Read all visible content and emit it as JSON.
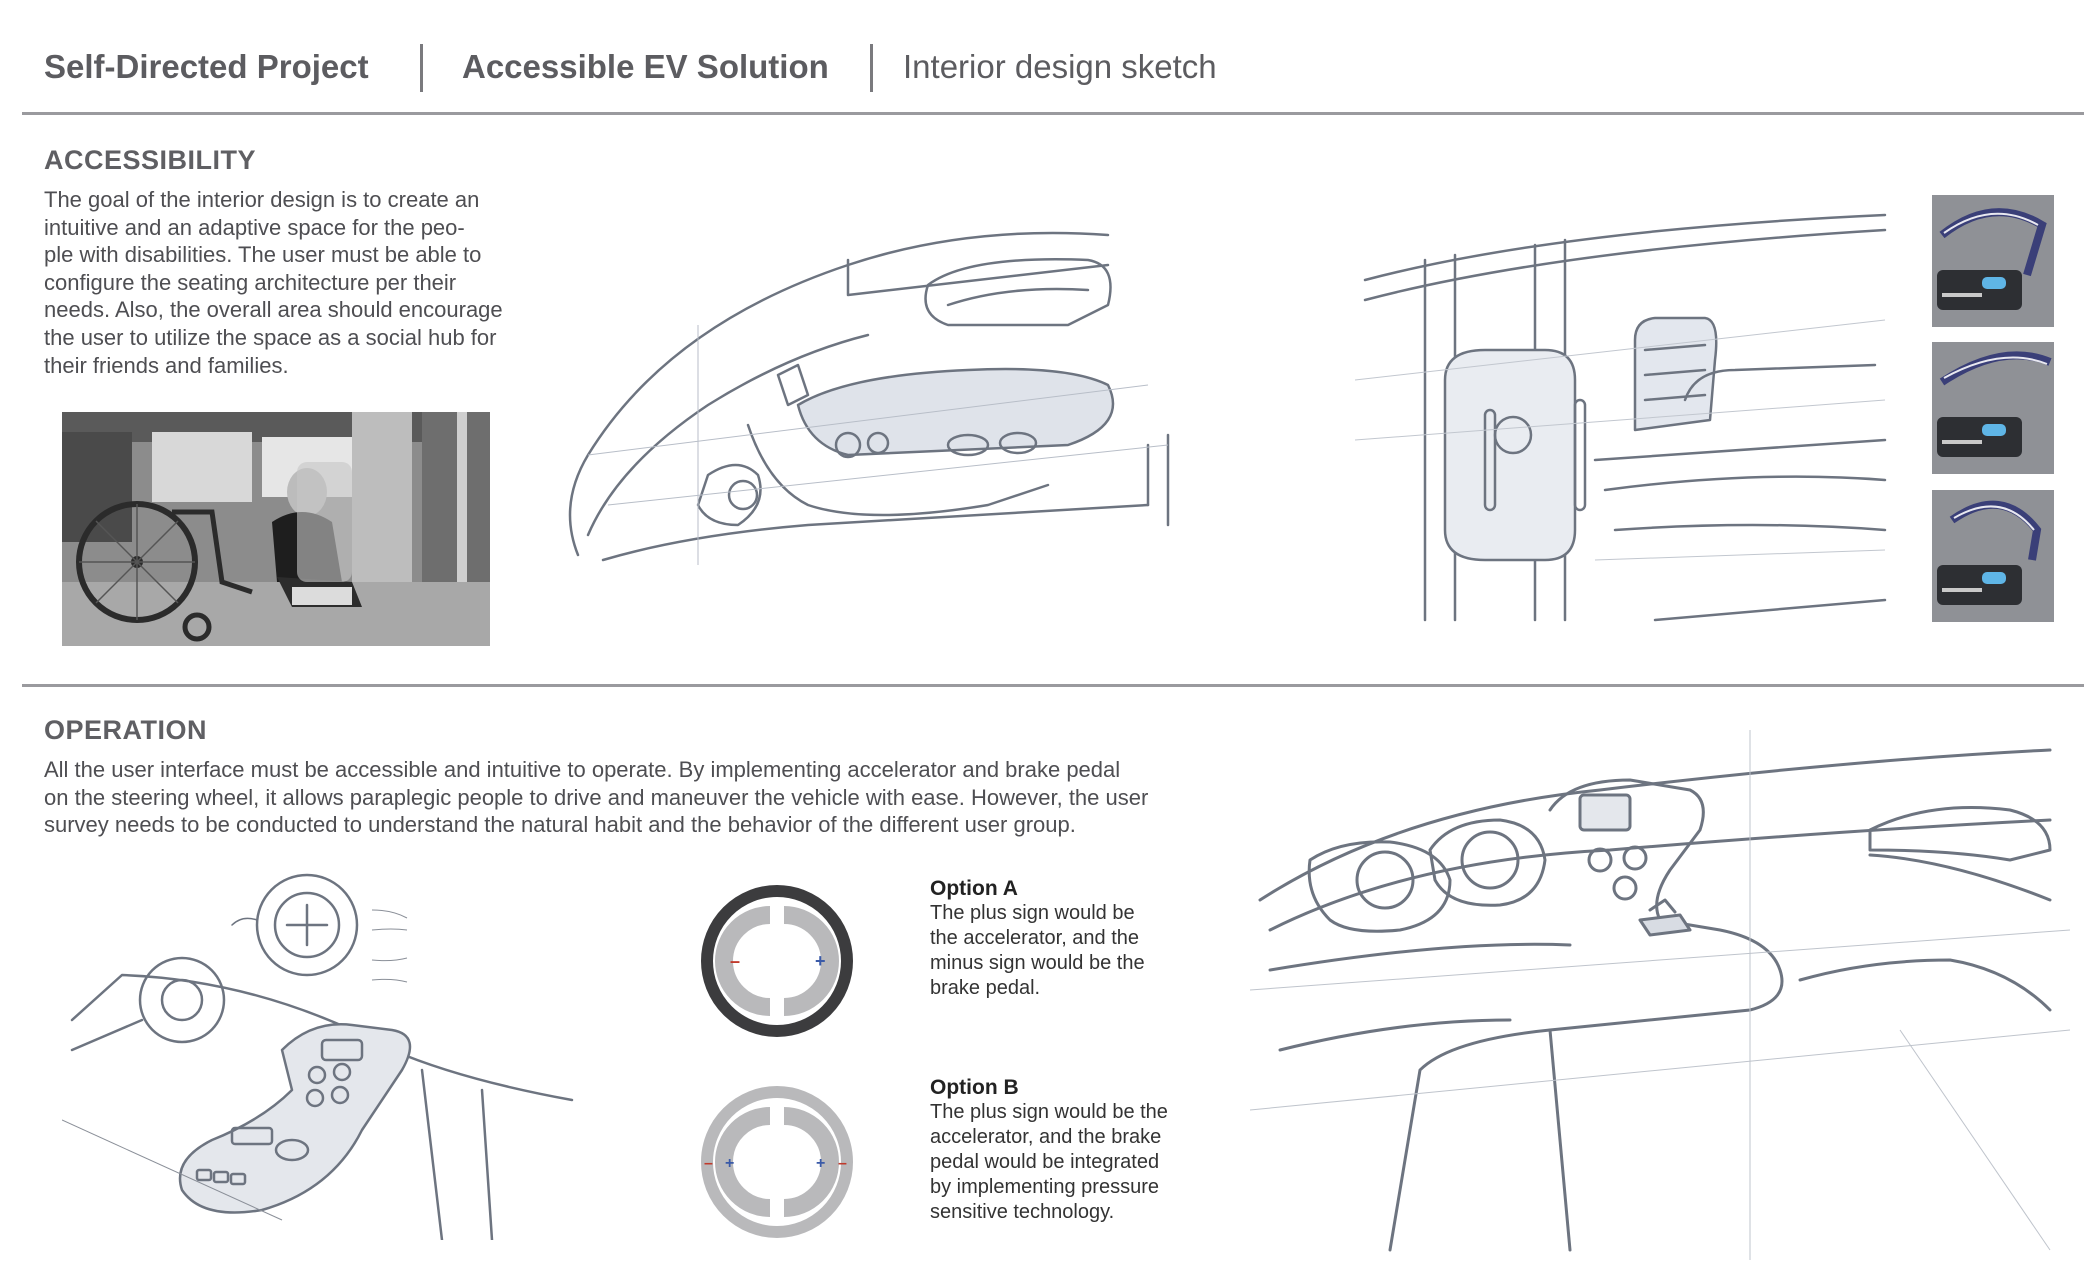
{
  "header": {
    "project": "Self-Directed Project",
    "title": "Accessible EV Solution",
    "subtitle": "Interior design sketch"
  },
  "accessibility": {
    "heading": "ACCESSIBILITY",
    "lines": [
      "The goal of the interior design is to create an",
      "intuitive and an adaptive space for the peo-",
      "ple with disabilities. The user must be able to",
      "configure the seating architecture per their",
      "needs. Also, the overall area should encourage",
      "the user to utilize the space as a social hub for",
      "their friends and families."
    ]
  },
  "operation": {
    "heading": "OPERATION",
    "lines": [
      "All the user interface must be accessible and intuitive to operate. By implementing accelerator and brake pedal",
      "on the steering wheel, it allows paraplegic people to drive and maneuver the vehicle with ease. However, the user",
      "survey needs to be conducted to understand the natural habit and the behavior of the different user group."
    ],
    "option_a": {
      "title": "Option A",
      "lines": [
        "The plus sign would be",
        "the accelerator, and the",
        "minus sign would be the",
        "brake pedal."
      ]
    },
    "option_b": {
      "title": "Option B",
      "lines": [
        "The plus sign would be the",
        "accelerator, and the brake",
        "pedal would be integrated",
        "by implementing pressure",
        "sensitive technology."
      ]
    }
  },
  "colors": {
    "plus": "#3a5aa8",
    "minus": "#c0392b",
    "ring_dark": "#3c3c3e",
    "ring_light": "#b9b9bb"
  }
}
